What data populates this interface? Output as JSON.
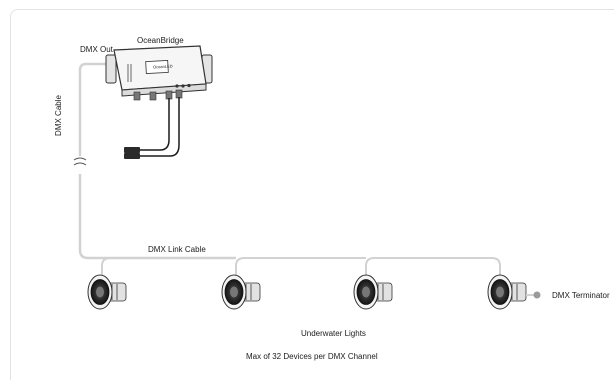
{
  "labels": {
    "bridge": "OceanBridge",
    "bridge_logo": "OceanLED",
    "dmx_out": "DMX Out",
    "dmx_cable": "DMX Cable",
    "dmx_link_cable": "DMX Link Cable",
    "underwater_lights": "Underwater Lights",
    "dmx_terminator": "DMX Terminator",
    "max_devices": "Max of 32 Devices per DMX Channel"
  },
  "colors": {
    "cable": "#d2d2d2",
    "device_body": "#f2f2f2",
    "device_stroke": "#333333",
    "light_lens": "#2e2e2e",
    "terminator": "#9a9a9a"
  }
}
